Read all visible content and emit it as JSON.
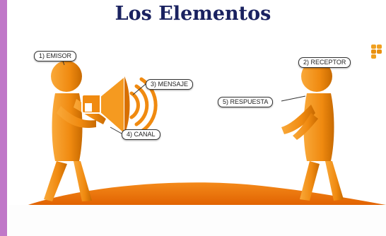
{
  "title": "Los Elementos",
  "labels": {
    "emisor": "1) EMISOR",
    "receptor": "2) RECEPTOR",
    "mensaje": "3) MENSAJE",
    "canal": "4) CANAL",
    "respuesta": "5) RESPUESTA"
  },
  "colors": {
    "figure": "#f08a10",
    "figure_dark": "#c86a00",
    "ground": "#f07a10",
    "title": "#1a2260",
    "side_bar": "#c078c8"
  },
  "icons": [
    "megaphone-icon",
    "sound-waves-icon",
    "decorative-blocks-icon"
  ]
}
